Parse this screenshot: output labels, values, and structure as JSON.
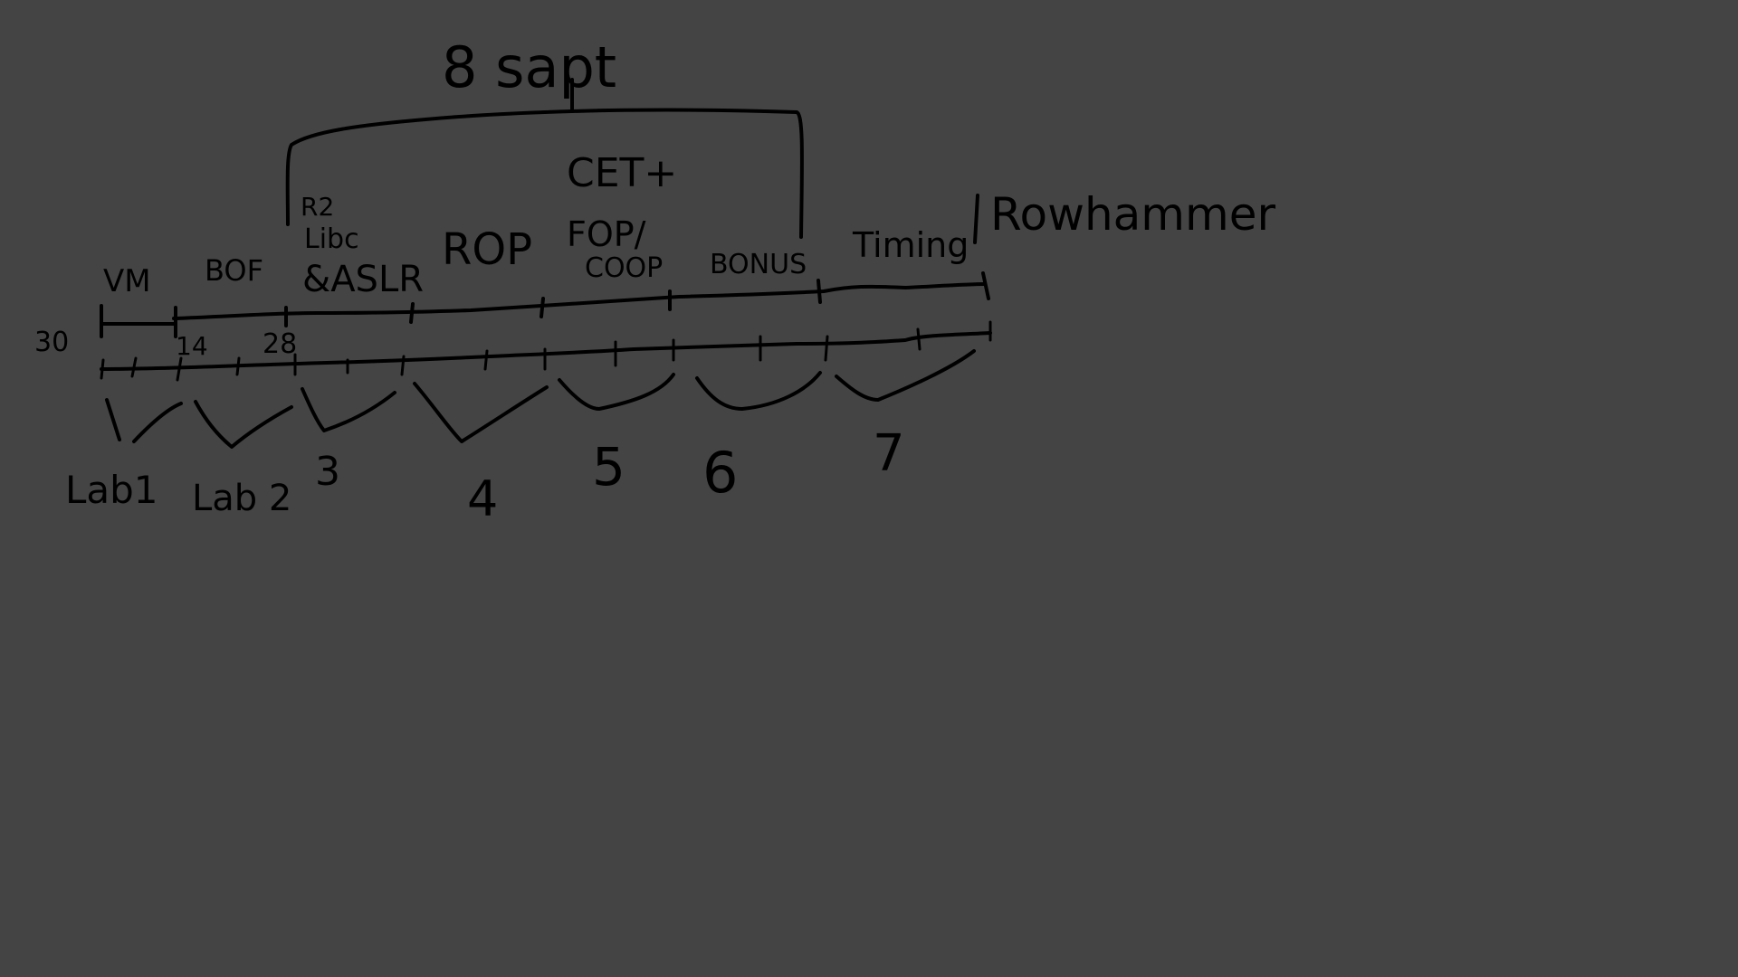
{
  "board": {
    "background": "#444444",
    "ink_color": "#000000"
  },
  "top_label": "8 sapt",
  "cet_label": "CET+",
  "rowhammer_label": "Rowhammer",
  "topics": [
    {
      "id": "vm",
      "label": "VM"
    },
    {
      "id": "bof",
      "label": "BOF"
    },
    {
      "id": "r2libc",
      "lines": [
        "R2",
        "Libc",
        "&ASLR"
      ]
    },
    {
      "id": "rop",
      "label": "ROP"
    },
    {
      "id": "fop",
      "lines": [
        "FOP/",
        "COOP"
      ]
    },
    {
      "id": "bonus",
      "label": "BONUS"
    },
    {
      "id": "timing",
      "label": "Timing"
    }
  ],
  "dates": {
    "start": "30",
    "d1": "14",
    "d2": "28"
  },
  "labs": [
    {
      "id": "lab1",
      "label": "Lab1"
    },
    {
      "id": "lab2",
      "label": "Lab 2"
    },
    {
      "id": "lab3",
      "label": "3"
    },
    {
      "id": "lab4",
      "label": "4"
    },
    {
      "id": "lab5",
      "label": "5"
    },
    {
      "id": "lab6",
      "label": "6"
    },
    {
      "id": "lab7",
      "label": "7"
    }
  ]
}
